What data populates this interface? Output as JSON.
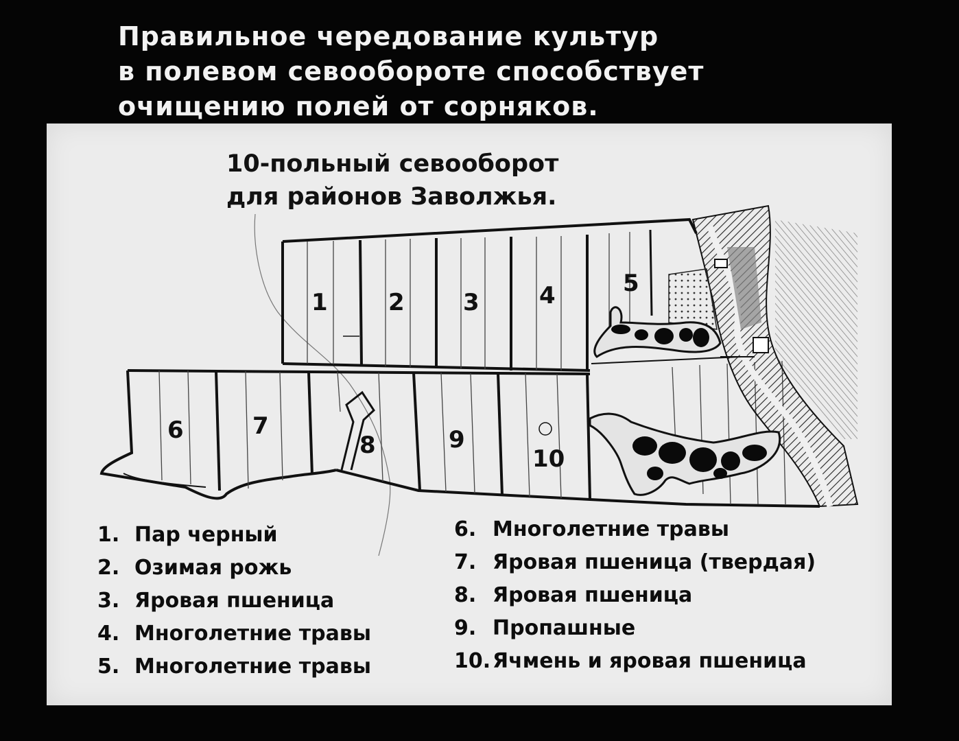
{
  "caption": {
    "lines": [
      "Правильное чередование культур",
      "в полевом севообороте способствует",
      "очищению полей от сорняков."
    ]
  },
  "panel": {
    "title_lines": [
      "10-польный севооборот",
      "для районов Заволжья."
    ]
  },
  "map": {
    "field_numbers": [
      "1",
      "2",
      "3",
      "4",
      "5",
      "6",
      "7",
      "8",
      "9",
      "10"
    ]
  },
  "legend": {
    "left": [
      {
        "num": "1.",
        "text": "Пар черный"
      },
      {
        "num": "2.",
        "text": "Озимая рожь"
      },
      {
        "num": "3.",
        "text": "Яровая пшеница"
      },
      {
        "num": "4.",
        "text": "Многолетние травы"
      },
      {
        "num": "5.",
        "text": "Многолетние травы"
      }
    ],
    "right": [
      {
        "num": "6.",
        "text": "Многолетние травы"
      },
      {
        "num": "7.",
        "text": "Яровая пшеница (твердая)"
      },
      {
        "num": "8.",
        "text": "Яровая пшеница"
      },
      {
        "num": "9.",
        "text": "Пропашные"
      },
      {
        "num": "10.",
        "text": "Ячмень и яровая пшеница"
      }
    ]
  },
  "colors": {
    "background": "#050505",
    "panel": "#ececec",
    "ink": "#111111"
  }
}
